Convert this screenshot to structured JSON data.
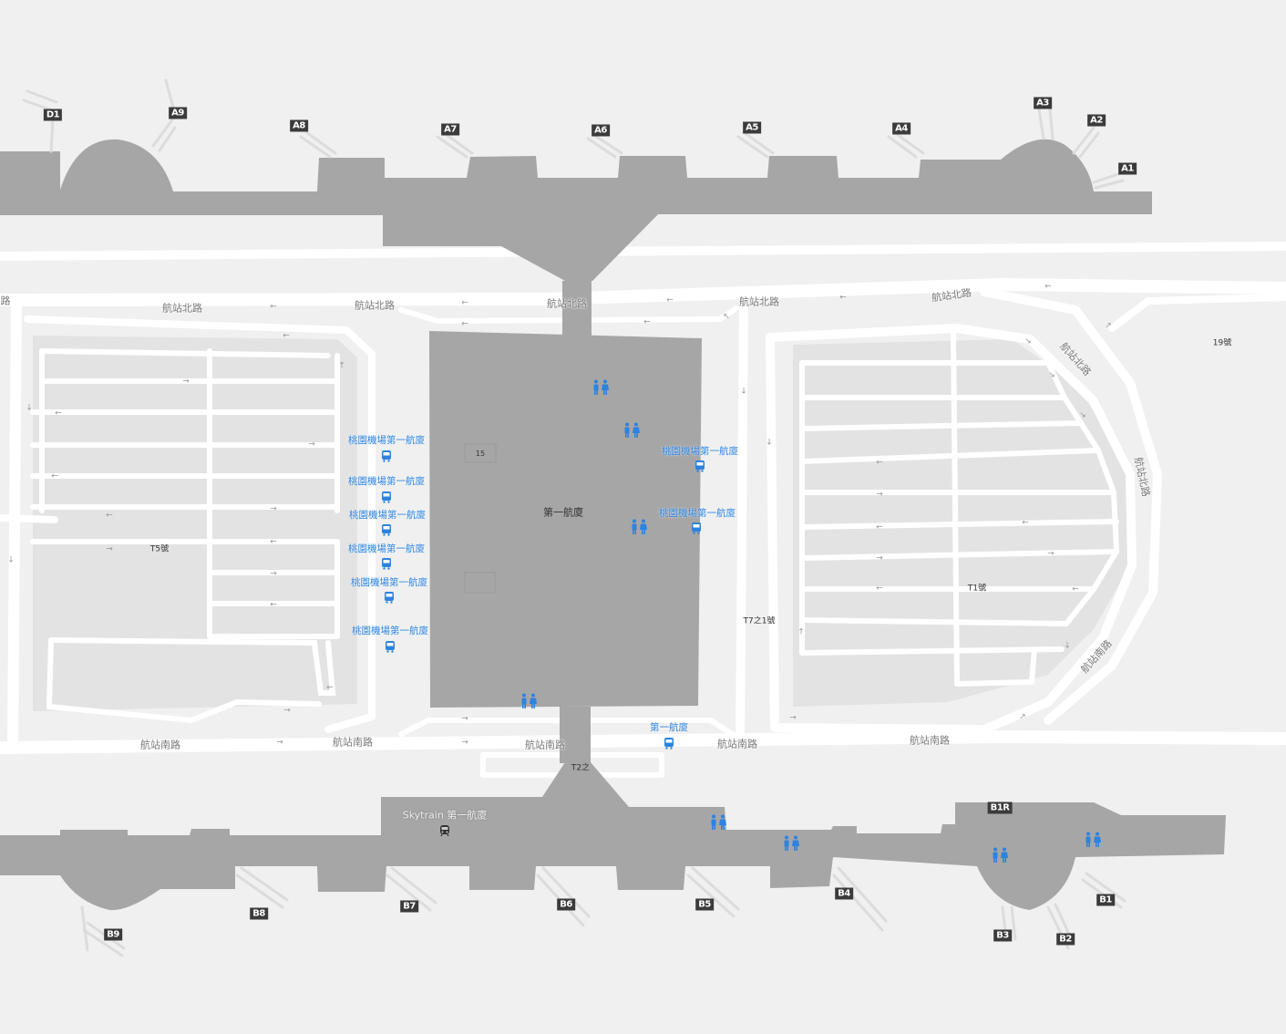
{
  "map": {
    "terminal_label": "第一航廈",
    "gate_15_label": "15",
    "skytrain_label": "Skytrain 第一航廈",
    "t2_link_label": "T2之",
    "t7_label": "T7之1號",
    "t1_label": "T1號",
    "t5_label": "T5號",
    "t19_label": "19號",
    "bus_stop_south_label": "第一航廈"
  },
  "gates_north": [
    "D1",
    "A9",
    "A8",
    "A7",
    "A6",
    "A5",
    "A4",
    "A3",
    "A2",
    "A1"
  ],
  "gates_south": [
    "B9",
    "B8",
    "B7",
    "B6",
    "B5",
    "B4",
    "B3",
    "B2",
    "B1",
    "B1R"
  ],
  "roads": {
    "north": "航站北路",
    "south": "航站南路",
    "partial_left": "路",
    "east_branch": "航站北路",
    "east_curve": "航站南路",
    "east_link": "航站北路"
  },
  "bus_stops": [
    "桃園機場第一航廈",
    "桃園機場第一航廈",
    "桃園機場第一航廈",
    "桃園機場第一航廈",
    "桃園機場第一航廈",
    "桃園機場第一航廈",
    "桃園機場第一航廈",
    "桃園機場第一航廈"
  ],
  "colors": {
    "background": "#eff0ef",
    "building": "#a6a6a6",
    "road": "#ffffff",
    "parking": "#e3e3e3",
    "poi_blue": "#2c83e0",
    "gate_badge": "#3b3b3b"
  },
  "icons": {
    "restroom": "restroom-icon",
    "bus": "bus-stop-icon",
    "train": "skytrain-icon"
  }
}
